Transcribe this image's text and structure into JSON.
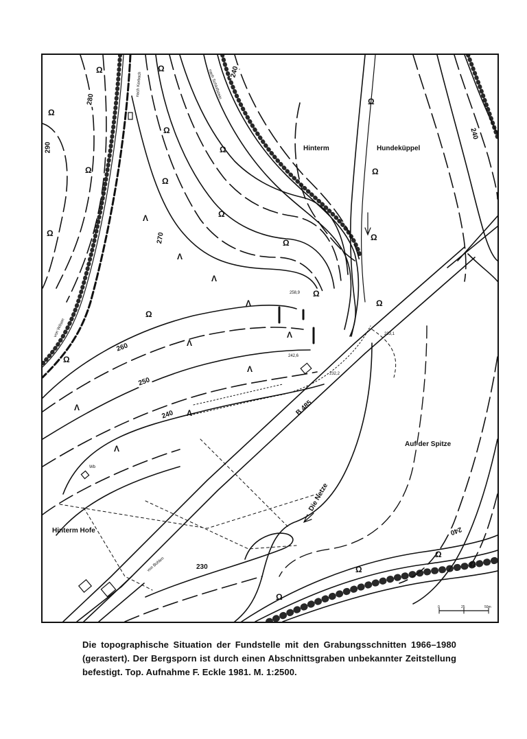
{
  "map": {
    "place_labels": {
      "hinterm": "Hinterm",
      "hundekueppel": "Hundeküppel",
      "auf_der_spitze": "Auf der Spitze",
      "hinterm_hofe": "Hinterm Hofe",
      "die_netze": "Die Netze",
      "b485": "B 485"
    },
    "contour_labels": {
      "c290": "290",
      "c280": "280",
      "c270": "270",
      "c260": "260",
      "c250": "250",
      "c240_left": "240",
      "c240_top": "240",
      "c240_right": "240",
      "c230": "230",
      "c240_bottom_right": "240"
    },
    "spot_heights": {
      "h2589": "258,9",
      "h2426": "242,6",
      "h2331": "233,1",
      "h2322": "232,2"
    },
    "path_labels": {
      "nach_kerbach": "nach Kerbach",
      "nach_schlossberg": "nach Schloßstein",
      "von_wiesen": "von Wilsen",
      "von_bohlen": "von Bohlen",
      "wb": "Wb"
    },
    "scale": {
      "zero": "0",
      "mid": "25",
      "end": "50m"
    },
    "colors": {
      "ink": "#111111",
      "paper": "#ffffff"
    }
  },
  "caption": {
    "text": "Die topographische Situation der Fundstelle mit den Grabungsschnitten 1966–1980 (gerastert). Der Bergsporn ist durch einen Abschnittsgraben unbekannter Zeitstellung befestigt. Top. Aufnahme F. Eckle 1981. M. 1:2500."
  }
}
